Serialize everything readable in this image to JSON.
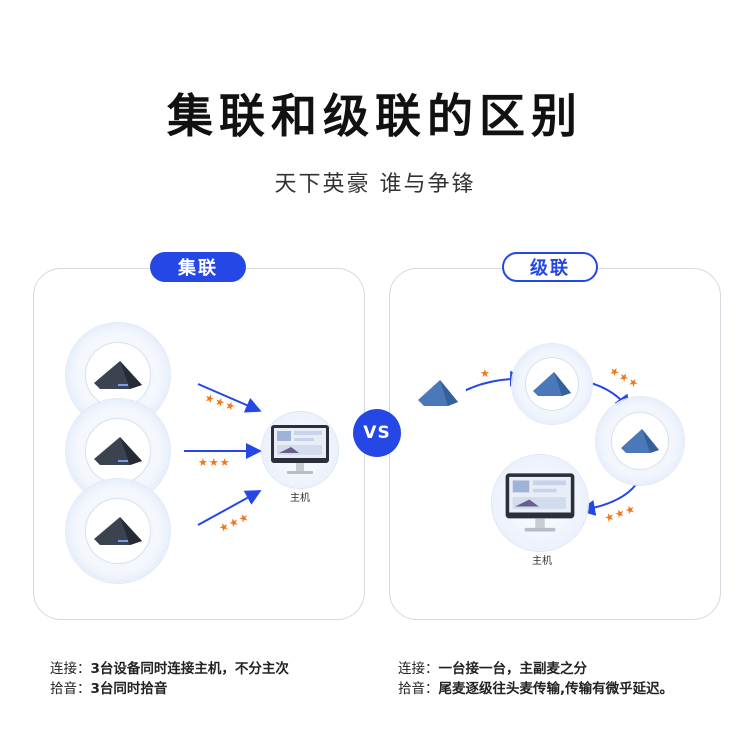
{
  "title": "集联和级联的区别",
  "subtitle": "天下英豪 谁与争锋",
  "left_panel": {
    "tag": "集联",
    "host_label": "主机"
  },
  "right_panel": {
    "tag": "级联",
    "host_label": "主机"
  },
  "vs_label": "VS",
  "notes_left": [
    {
      "key": "连接：",
      "value": "3台设备同时连接主机，不分主次"
    },
    {
      "key": "拾音：",
      "value": "3台同时拾音"
    }
  ],
  "notes_right": [
    {
      "key": "连接：",
      "value": "一台接一台，主副麦之分"
    },
    {
      "key": "拾音：",
      "value": "尾麦逐级往头麦传输,传输有微乎延迟。"
    }
  ],
  "star_glyphs": "★★★",
  "star_single": "★",
  "colors": {
    "accent": "#2447e6",
    "star": "#f2761a",
    "dark_device": "#3b4250",
    "blue_device": "#4a78b8"
  }
}
